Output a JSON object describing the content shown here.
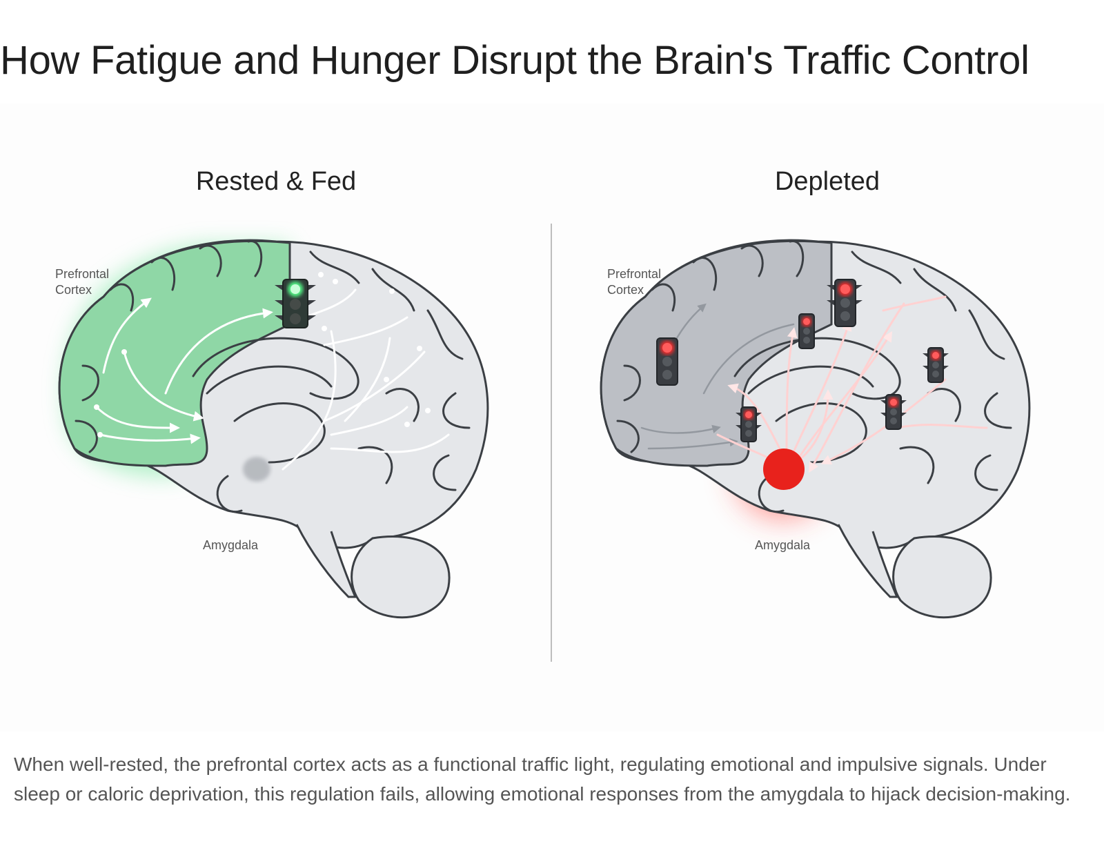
{
  "title": "How Fatigue and Hunger Disrupt the Brain's Traffic Control",
  "panels": {
    "left": {
      "heading": "Rested & Fed",
      "label_pfc": "Prefrontal\nCortex",
      "label_amygdala": "Amygdala",
      "pfc_color": "#7dd49b",
      "signal_color": "#ffffff",
      "traffic_light_state": "green"
    },
    "right": {
      "heading": "Depleted",
      "label_pfc": "Prefrontal\nCortex",
      "label_amygdala": "Amygdala",
      "pfc_color": "#b9bcc2",
      "signal_color": "#ff9c9c",
      "amygdala_color": "#e8221c",
      "traffic_light_state": "red",
      "traffic_light_count": 6
    }
  },
  "caption": "When well-rested, the prefrontal cortex acts as a functional traffic light, regulating emotional and impulsive signals. Under sleep or caloric deprivation, this regulation fails, allowing emotional responses from the amygdala to hijack decision-making.",
  "icons": [
    "traffic-light-icon",
    "signal-arrow-icon",
    "brain-illustration"
  ]
}
